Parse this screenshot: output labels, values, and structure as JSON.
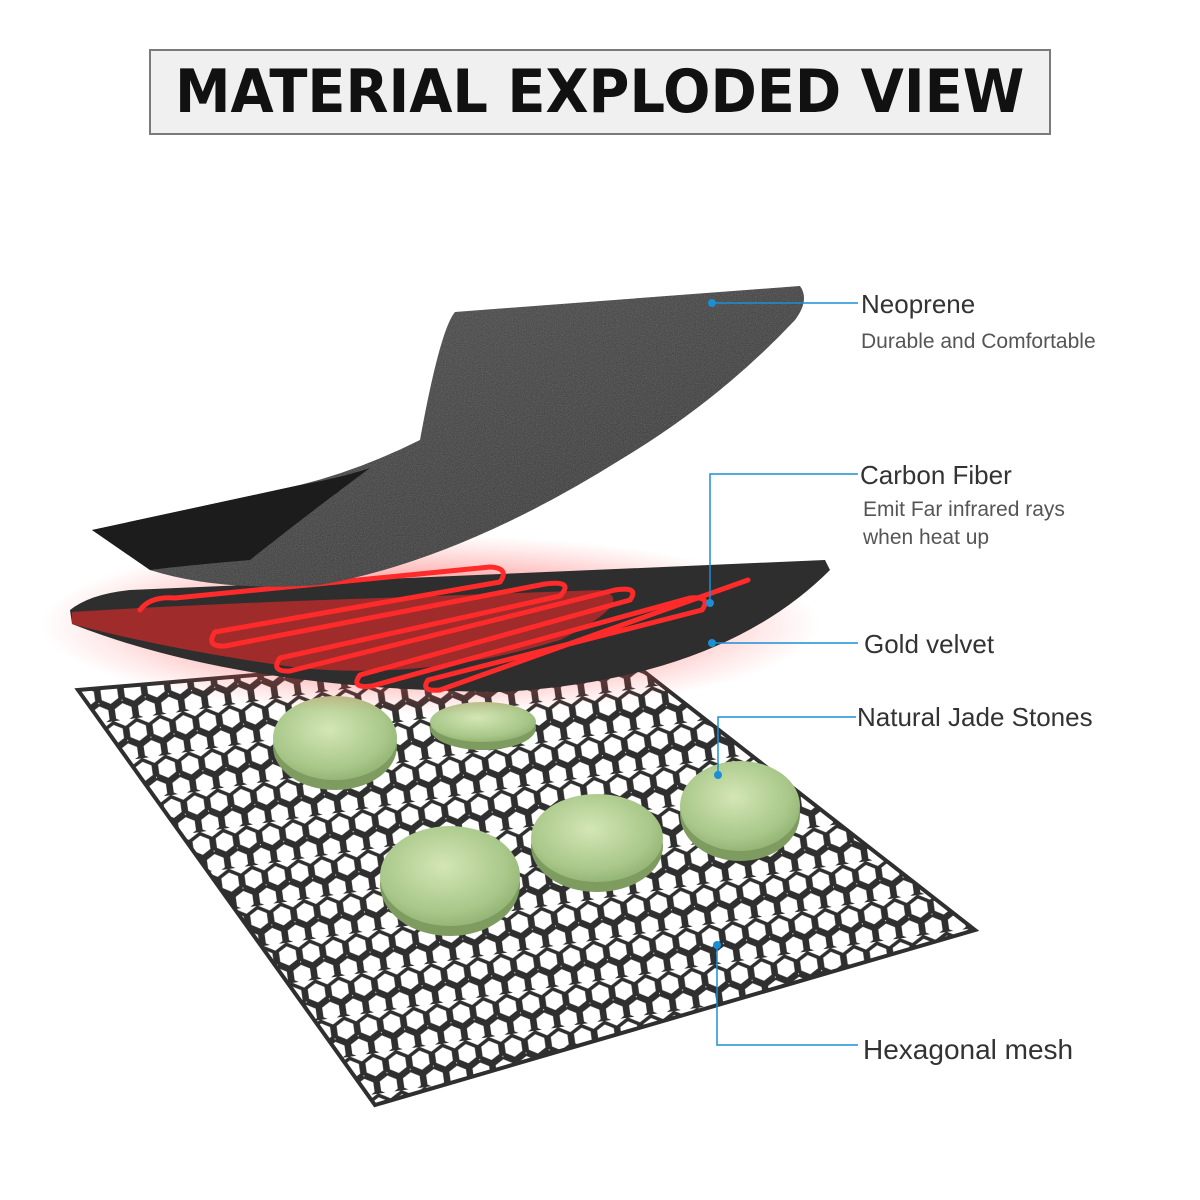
{
  "title": "MATERIAL EXPLODED VIEW",
  "accent_color": "#1a8fd6",
  "layers": [
    {
      "id": "neoprene",
      "name": "Neoprene",
      "desc": [
        "Durable and Comfortable"
      ]
    },
    {
      "id": "carbon",
      "name": "Carbon Fiber",
      "desc": [
        "Emit Far infrared rays",
        "when heat up"
      ]
    },
    {
      "id": "gold",
      "name": "Gold velvet",
      "desc": []
    },
    {
      "id": "jade",
      "name": "Natural Jade Stones",
      "desc": []
    },
    {
      "id": "mesh",
      "name": "Hexagonal mesh",
      "desc": []
    }
  ]
}
